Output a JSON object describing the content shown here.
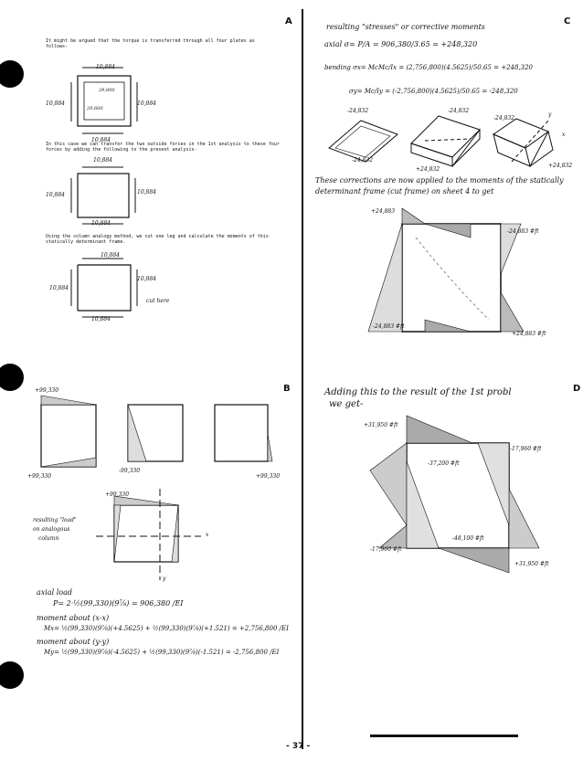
{
  "panels": {
    "a": {
      "letter": "A",
      "intro": "It might be argued that the torque is transferred through all four plates as follows-",
      "fig1": {
        "top": "10,884",
        "left": "10,884",
        "right": "10,884",
        "bottom": "10,884",
        "inner_top": "29,600",
        "inner_bottom": "29,600"
      },
      "para2": "In this case we can transfer the two outside forces in the 1st analysis to these four forces by adding the following to the present analysis-",
      "fig2": {
        "top": "10,884",
        "left": "10,884",
        "right": "10,884",
        "bottom": "10,884"
      },
      "para3": "Using the column analogy method, we cut one leg and calculate the moments of this statically determinant frame.",
      "fig3": {
        "top": "10,884",
        "left": "10,884",
        "right": "10,884",
        "bottom": "10,884",
        "cut_label": "cut here"
      }
    },
    "b": {
      "letter": "B",
      "m1": "+99,330",
      "m2": "+99,330",
      "m3": "-99,330",
      "m4": "+99,330",
      "m5": "+99,330",
      "side_text_1": "resulting \"load\"",
      "side_text_2": "on analogous",
      "side_text_3": "column",
      "axis_x": "x",
      "axis_y": "y",
      "axial_head": "axial load",
      "axial_eq": "P= 2·½(99,330)(9⅞) = 906,380 /EI",
      "mx_head": "moment about (x-x)",
      "mx_eq": "Mx= ½(99,330)(9⅞)(+4.5625) + ½(99,330)(9⅞)(+1.521) = +2,756,800 /EI",
      "my_head": "moment about (y-y)",
      "my_eq": "My= ½(99,330)(9⅞)(-4.5625) + ½(99,330)(9⅞)(-1.521) = -2,756,800 /EI"
    },
    "c": {
      "letter": "C",
      "title": "resulting \"stresses\" or corrective moments",
      "axial": "axial  σ= P/A = 906,380/3.65 = +248,320",
      "bending1": "bending  σx= McMc/Ix = (2,756,800)(4.5625)/50.65 = +248,320",
      "bending2": "σy= Mc/Iy = (-2,756,800)(4.5625)/50.65 = -248,320",
      "sk_a1": "-24,832",
      "sk_a2": "-24,832",
      "sk_b1": "-24,832",
      "sk_b2": "+24,832",
      "sk_c1": "-24,832",
      "sk_c2": "+24,832",
      "sk_c3": "y",
      "sk_c4": "x",
      "para": "These corrections are now applied to the moments of the statically determinant frame (cut frame) on sheet 4 to get",
      "d_tl": "+24,883",
      "d_tr": "-24,883 #ft",
      "d_bl": "-24,883 #ft",
      "d_br": "+24,883 #ft"
    },
    "d": {
      "letter": "D",
      "head_1": "Adding this to the result of the 1st probl",
      "head_2": "we get-",
      "v_tl": "+31,950 #ft",
      "v_tr": "-17,960 #ft",
      "v_in1": "-37,200 #ft",
      "v_in2": "-48,100 #ft",
      "v_bl": "-17,960 #ft",
      "v_br": "+31,950 #ft"
    }
  },
  "page_number": "- 37 -"
}
